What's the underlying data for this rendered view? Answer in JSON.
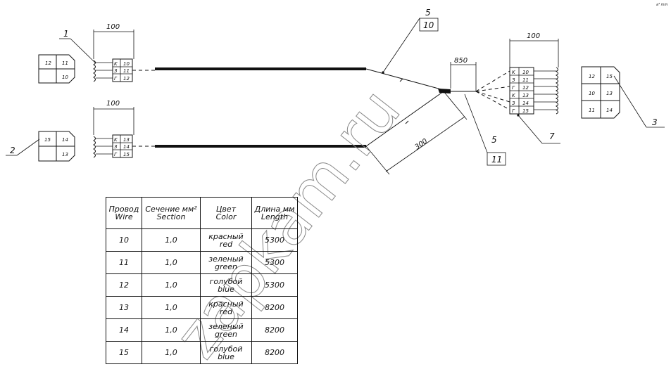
{
  "corner_mark": "a³ mm",
  "watermark": "zapkam.ru",
  "callouts": {
    "c1": "1",
    "c2": "2",
    "c3": "3",
    "c5a": "5",
    "c10": "10",
    "c5b": "5",
    "c11": "11",
    "c7": "7"
  },
  "dims": {
    "d100_top": "100",
    "d100_mid": "100",
    "d100_right": "100",
    "d850": "850",
    "d300": "300"
  },
  "face1": [
    "12",
    "11",
    "",
    "10"
  ],
  "face2": [
    "15",
    "14",
    "",
    "13"
  ],
  "face3": [
    "12",
    "15",
    "10",
    "13",
    "11",
    "14"
  ],
  "conn_top": [
    [
      "K",
      "10"
    ],
    [
      "З",
      "11"
    ],
    [
      "Г",
      "12"
    ]
  ],
  "conn_bottom": [
    [
      "K",
      "13"
    ],
    [
      "З",
      "14"
    ],
    [
      "Г",
      "15"
    ]
  ],
  "conn_right": [
    [
      "K",
      "10"
    ],
    [
      "З",
      "11"
    ],
    [
      "Г",
      "12"
    ],
    [
      "K",
      "13"
    ],
    [
      "З",
      "14"
    ],
    [
      "Г",
      "15"
    ]
  ],
  "table": {
    "headers": [
      {
        "ru": "Провод",
        "en": "Wire"
      },
      {
        "ru": "Сечение мм²",
        "en": "Section"
      },
      {
        "ru": "Цвет",
        "en": "Color"
      },
      {
        "ru": "Длина мм",
        "en": "Length"
      }
    ],
    "rows": [
      {
        "wire": "10",
        "section": "1,0",
        "color_ru": "красный",
        "color_en": "red",
        "length": "5300"
      },
      {
        "wire": "11",
        "section": "1,0",
        "color_ru": "зеленый",
        "color_en": "green",
        "length": "5300"
      },
      {
        "wire": "12",
        "section": "1,0",
        "color_ru": "голубой",
        "color_en": "blue",
        "length": "5300"
      },
      {
        "wire": "13",
        "section": "1,0",
        "color_ru": "красный",
        "color_en": "red",
        "length": "8200"
      },
      {
        "wire": "14",
        "section": "1,0",
        "color_ru": "зеленый",
        "color_en": "green",
        "length": "8200"
      },
      {
        "wire": "15",
        "section": "1,0",
        "color_ru": "голубой",
        "color_en": "blue",
        "length": "8200"
      }
    ]
  }
}
